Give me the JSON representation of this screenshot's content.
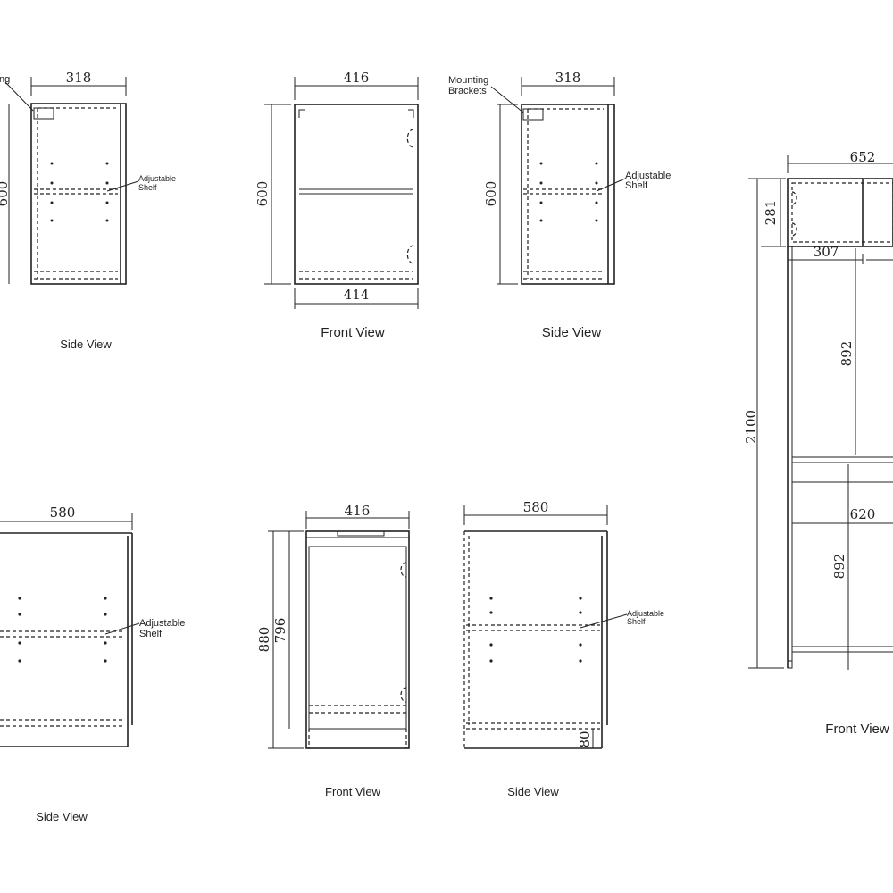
{
  "labels": {
    "side_view": "Side View",
    "front_view": "Front View",
    "adjustable": "Adjustable",
    "shelf": "Shelf",
    "mounting": "Mounting",
    "brackets": "Brackets",
    "cut_label": "ng"
  },
  "dimensions": {
    "w318": "318",
    "w416": "416",
    "w414": "414",
    "h600": "600",
    "w652": "652",
    "h281": "281",
    "w307": "307",
    "h892": "892",
    "h2100": "2100",
    "w620": "620",
    "w580": "580",
    "h880": "880",
    "h796": "796",
    "h80": "80"
  },
  "colors": {
    "line": "#222222",
    "background": "#ffffff"
  }
}
